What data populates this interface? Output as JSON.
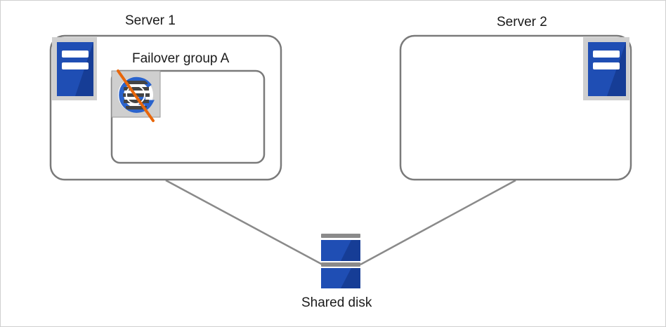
{
  "server1": {
    "label": "Server 1"
  },
  "server2": {
    "label": "Server 2"
  },
  "failover_group": {
    "label": "Failover group A"
  },
  "shared_disk": {
    "label": "Shared disk"
  },
  "colors": {
    "box_stroke": "#7a7a7a",
    "connector": "#8a8a8a",
    "server_blue": "#1f4eb4",
    "server_blue_dark": "#163d96",
    "server_bg": "#cfcfcf",
    "stopped_mark": "#e8660a",
    "app_logo_blue": "#2a63cc"
  },
  "icons": {
    "server1_icon": "server-icon",
    "server2_icon": "server-icon",
    "application_icon": "application-icon",
    "stopped_mark": "stopped-slash-icon",
    "shared_disk_icon": "disk-icon"
  }
}
